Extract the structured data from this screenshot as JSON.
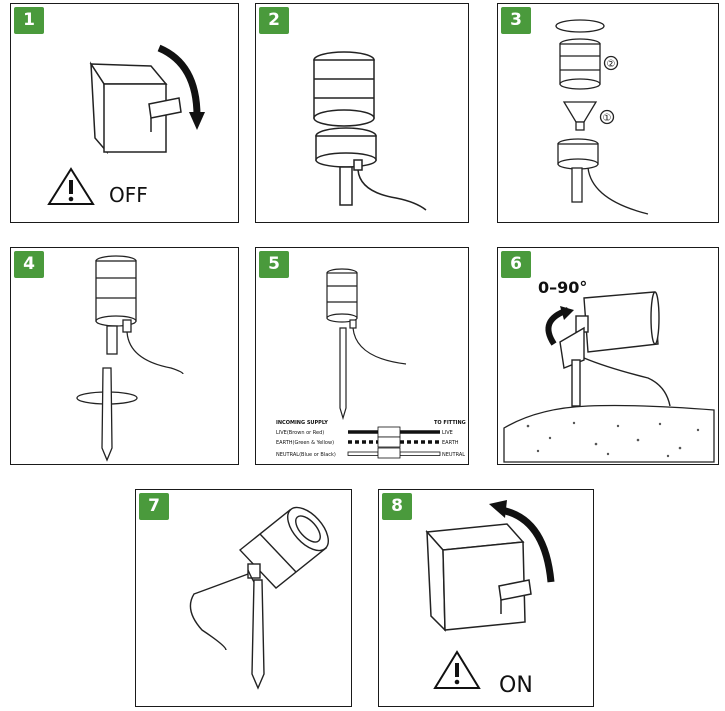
{
  "panels": [
    {
      "number": "1",
      "caption": "OFF"
    },
    {
      "number": "2"
    },
    {
      "number": "3",
      "part_markers": [
        "②",
        "①"
      ]
    },
    {
      "number": "4"
    },
    {
      "number": "5",
      "wiring": {
        "left_header": "INCOMING SUPPLY",
        "right_header": "TO FITTING",
        "rows": [
          {
            "left": "LIVE(Brown or Red)",
            "right": "LIVE"
          },
          {
            "left": "EARTH(Green & Yellow)",
            "right": "EARTH"
          },
          {
            "left": "NEUTRAL(Blue or Black)",
            "right": "NEUTRAL"
          }
        ]
      }
    },
    {
      "number": "6",
      "angle_label": "0–90°"
    },
    {
      "number": "7"
    },
    {
      "number": "8",
      "caption": "ON"
    }
  ]
}
